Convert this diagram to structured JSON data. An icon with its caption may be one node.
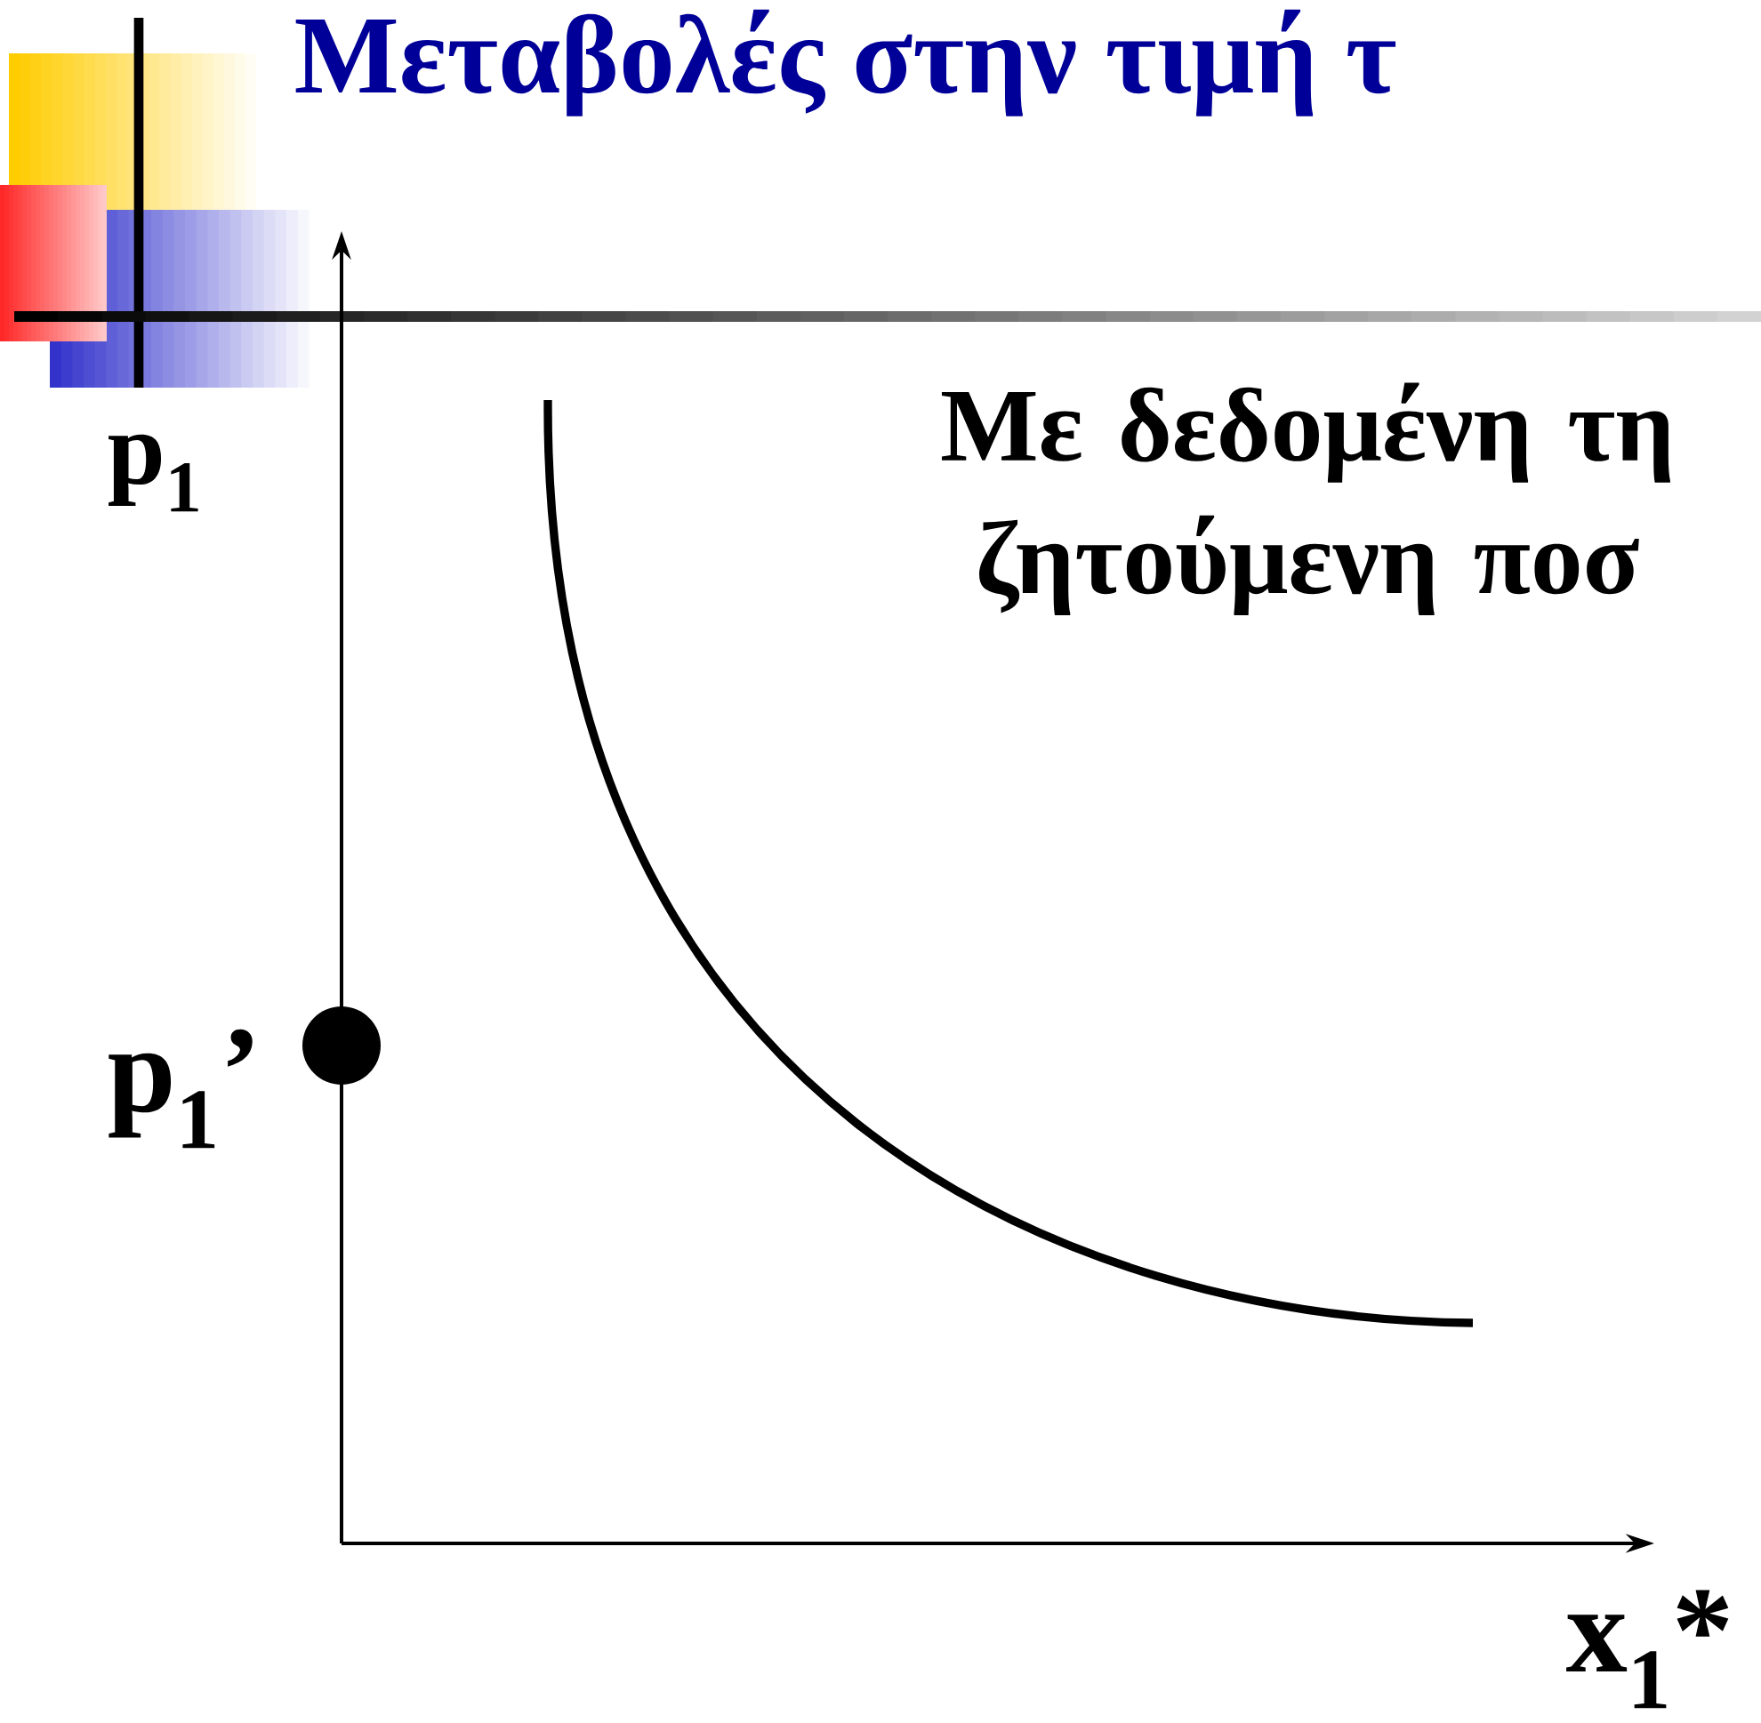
{
  "diagram": {
    "title": "Μεταβολές στην τιμή τ",
    "labels": [
      "p$_{1}$",
      "Με δεδομένη τη ζητούμενη ποσ",
      "p$_{1}$’",
      "x$_{1}$*"
    ]
  }
}
